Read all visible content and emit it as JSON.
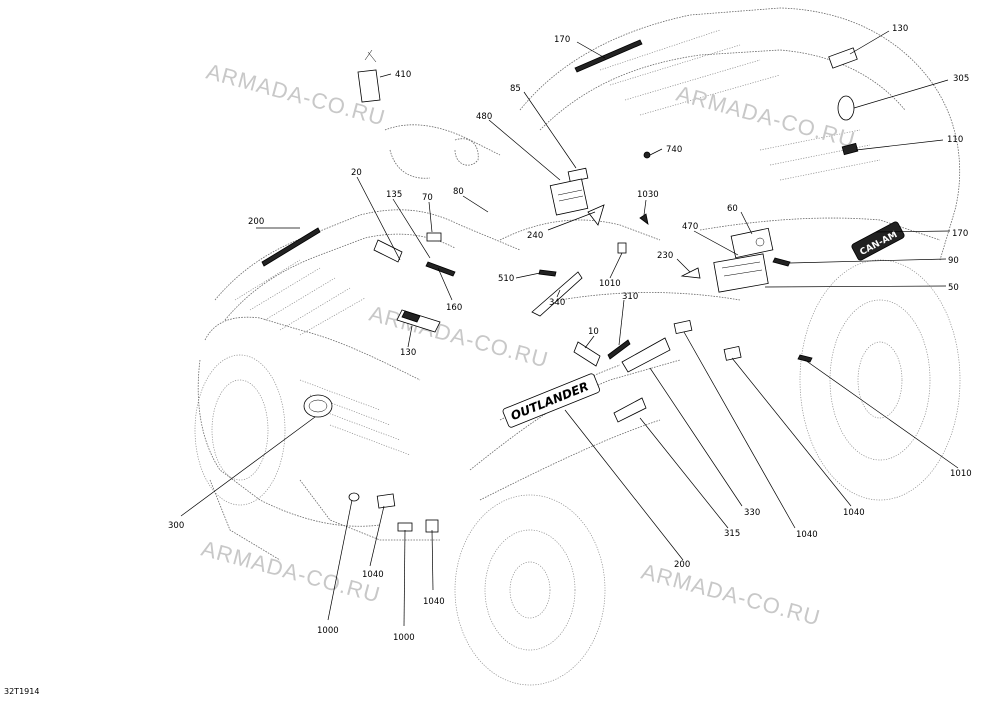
{
  "diagram": {
    "code": "32T1914",
    "watermark": "ARMADA-CO.RU",
    "decal_text": {
      "outlander": "OUTLANDER",
      "brand": "CAN-AM"
    },
    "callouts": [
      "410",
      "170",
      "130",
      "305",
      "85",
      "480",
      "740",
      "110",
      "20",
      "135",
      "70",
      "80",
      "1030",
      "60",
      "200",
      "240",
      "470",
      "170",
      "230",
      "90",
      "510",
      "1010",
      "340",
      "50",
      "310",
      "160",
      "10",
      "130",
      "300",
      "330",
      "315",
      "1040",
      "1040",
      "1010",
      "1040",
      "200",
      "1040",
      "1000",
      "1000"
    ]
  }
}
